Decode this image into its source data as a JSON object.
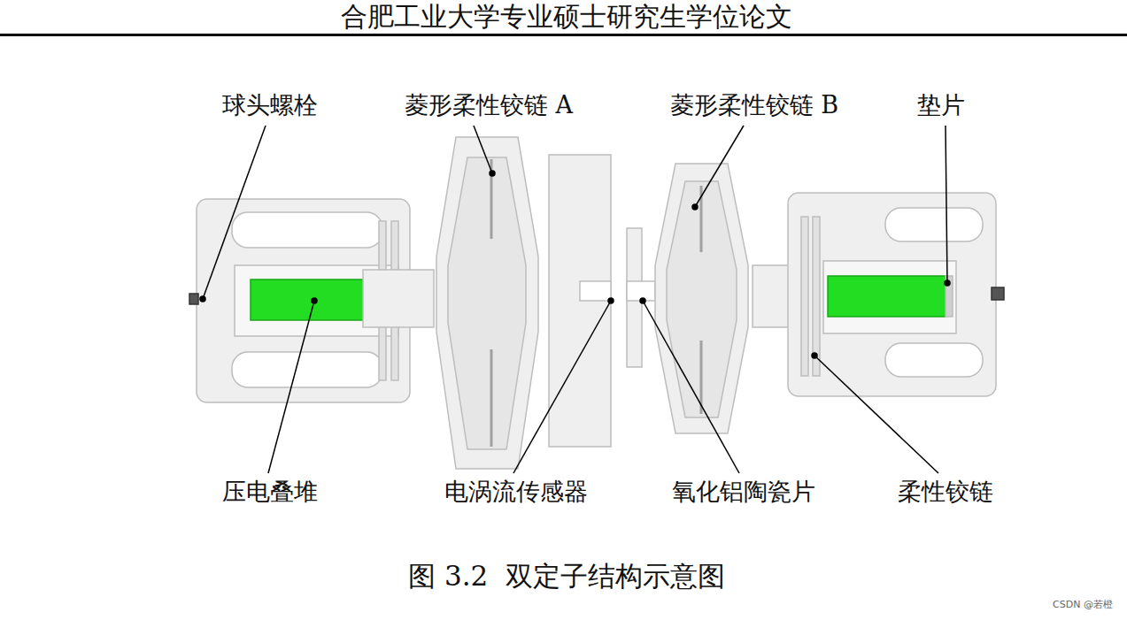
{
  "diagram": {
    "caption": "图 3.2  双定子结构示意图",
    "labels": [
      "合肥工业大学专业硕士研究生学位论文",
      "球头螺栓",
      "菱形柔性铰链 A",
      "菱形柔性铰链 B",
      "垫片",
      "压电叠堆",
      "电涡流传感器",
      "氧化铝陶瓷片",
      "柔性铰链",
      "CSDN @若橙"
    ]
  }
}
